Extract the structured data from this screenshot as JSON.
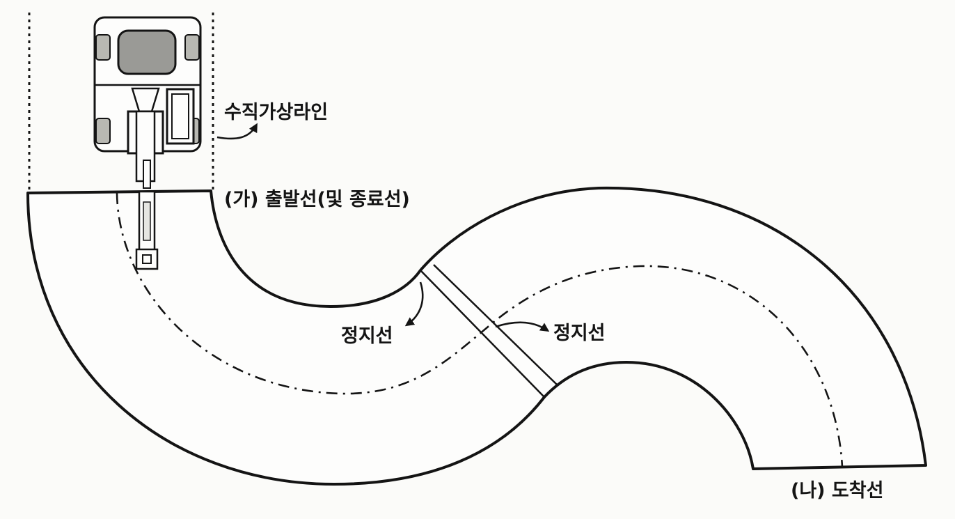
{
  "labels": {
    "vertical_virtual_line": "수직가상라인",
    "start_line": "(가) 출발선(및 종료선)",
    "stop_line_left": "정지선",
    "stop_line_right": "정지선",
    "arrival_line": "(나) 도착선"
  },
  "colors": {
    "ink": "#141414",
    "paper": "#fbfbf9"
  },
  "icons": {
    "machine": "excavator-top-view-icon"
  }
}
